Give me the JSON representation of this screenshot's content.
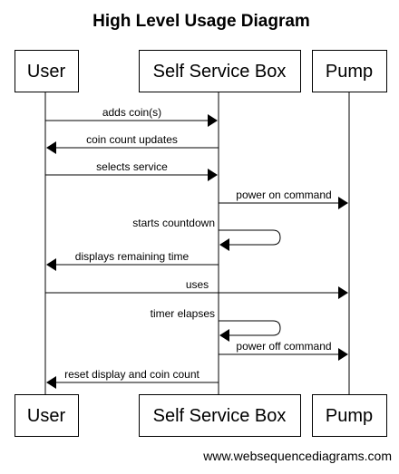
{
  "title": "High Level Usage Diagram",
  "participants": [
    {
      "id": "user",
      "label": "User"
    },
    {
      "id": "box",
      "label": "Self Service Box"
    },
    {
      "id": "pump",
      "label": "Pump"
    }
  ],
  "messages": [
    {
      "from": "user",
      "to": "box",
      "label": "adds coin(s)"
    },
    {
      "from": "box",
      "to": "user",
      "label": "coin count updates"
    },
    {
      "from": "user",
      "to": "box",
      "label": "selects service"
    },
    {
      "from": "box",
      "to": "pump",
      "label": "power on command"
    },
    {
      "from": "box",
      "to": "box",
      "label": "starts countdown"
    },
    {
      "from": "box",
      "to": "user",
      "label": "displays remaining time"
    },
    {
      "from": "user",
      "to": "pump",
      "label": "uses"
    },
    {
      "from": "box",
      "to": "box",
      "label": "timer elapses"
    },
    {
      "from": "box",
      "to": "pump",
      "label": "power off command"
    },
    {
      "from": "box",
      "to": "user",
      "label": "reset display and coin count"
    }
  ],
  "footer": "www.websequencediagrams.com"
}
